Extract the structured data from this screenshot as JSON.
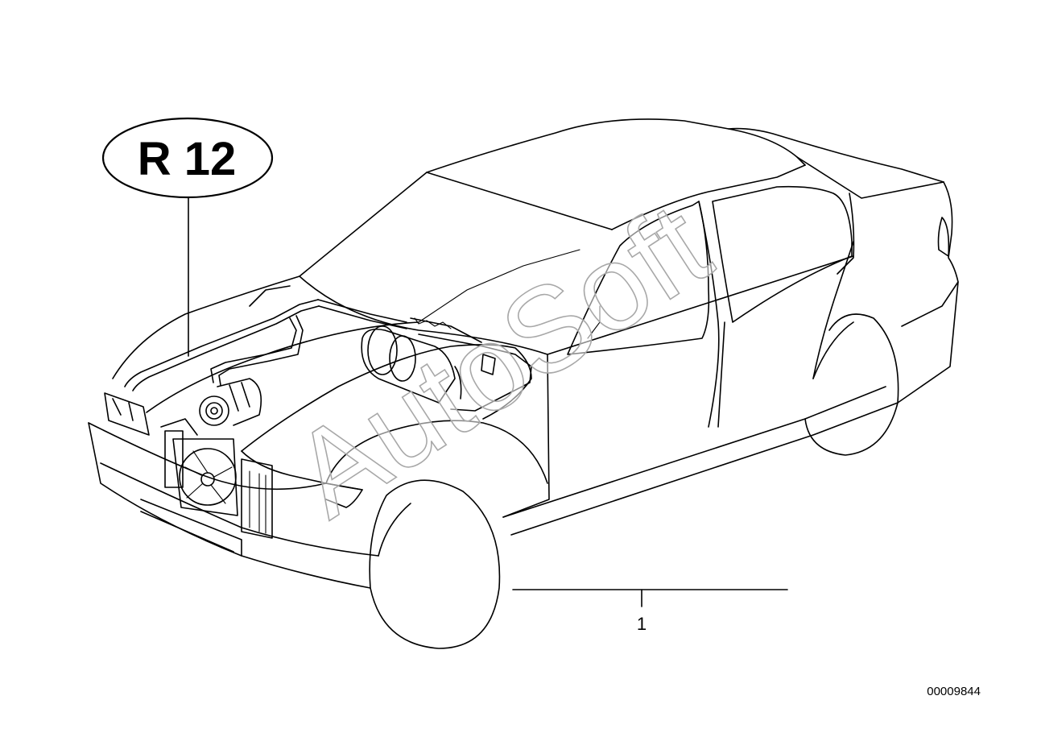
{
  "refrigerant_label": "R 12",
  "watermark": "AutoSoft",
  "callouts": [
    {
      "number": "1"
    }
  ],
  "diagram_id": "00009844"
}
